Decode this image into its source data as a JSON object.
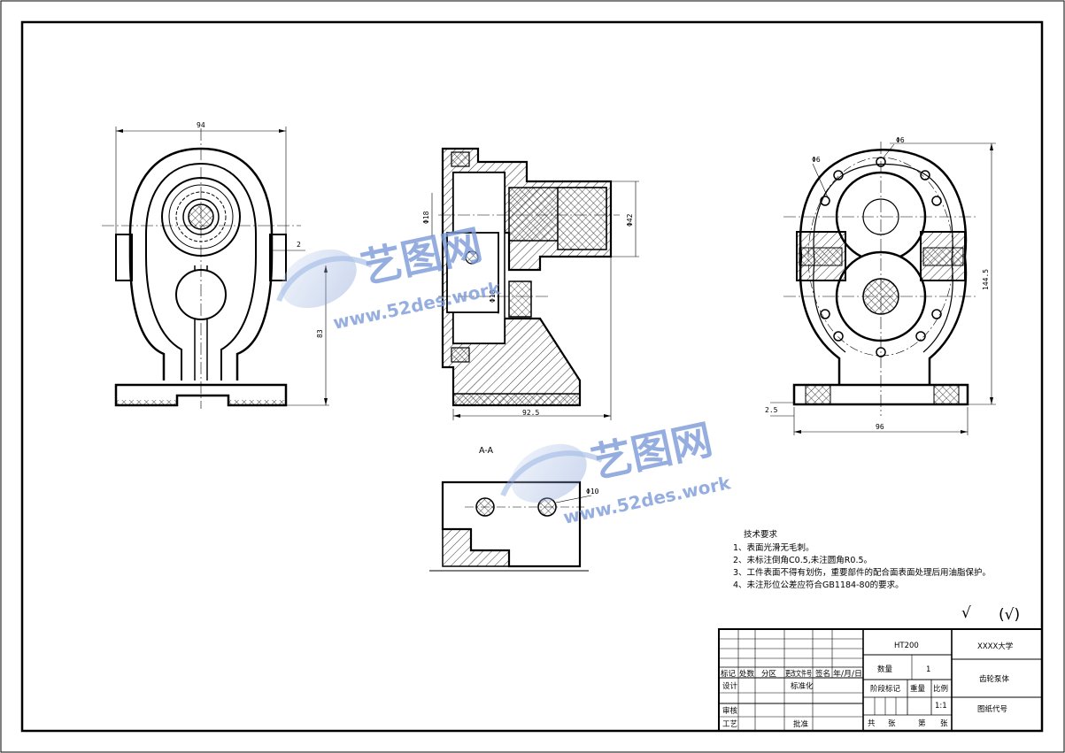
{
  "dimensions": {
    "front_width": "94",
    "front_slot": "2",
    "front_height": "83",
    "side_bore": "Φ18",
    "side_shaft_dia": "Φ42",
    "side_lower_bore": "Φ18",
    "side_length": "92.5",
    "right_hole_left": "Φ6",
    "right_hole_top": "Φ6",
    "right_height": "144.5",
    "right_base": "2.5",
    "right_width": "96",
    "section_hole": "Φ10"
  },
  "section_label": "A-A",
  "tech_requirements": {
    "title": "技术要求",
    "items": [
      "1、表面光滑无毛刺。",
      "2、未标注倒角C0.5,未注圆角R0.5。",
      "3、工件表面不得有划伤，重要部件的配合面表面处理后用油脂保护。",
      "4、未注形位公差应符合GB1184-80的要求。"
    ]
  },
  "roughness": {
    "symbol": "√",
    "bracket": "(√)"
  },
  "title_block": {
    "material": "HT200",
    "school": "XXXX大学",
    "part_name": "齿轮泵体",
    "drawing_no": "图纸代号",
    "quantity_label": "数量",
    "quantity_value": "1",
    "stage_label": "阶段标记",
    "weight_label": "重量",
    "scale_label": "比例",
    "scale_value": "1:1",
    "sheets_total": "共",
    "sheet_unit1": "张",
    "sheet_no": "第",
    "sheet_unit2": "张",
    "header": {
      "mark": "标记",
      "count": "处数",
      "zone": "分区",
      "doc_no": "更改文件号",
      "sign": "签名",
      "date": "年/月/日"
    },
    "design": "设计",
    "standard": "标准化",
    "review": "审核",
    "process": "工艺",
    "approve": "批准"
  },
  "watermark": {
    "name": "艺图网",
    "url": "www.52des.work"
  }
}
